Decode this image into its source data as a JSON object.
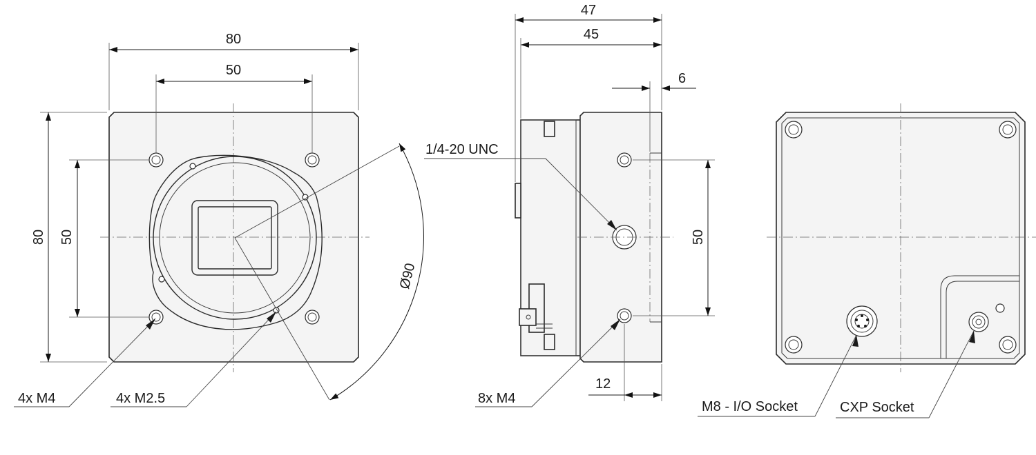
{
  "front_view": {
    "dim_width_outer": "80",
    "dim_width_holes": "50",
    "dim_height_outer": "80",
    "dim_height_holes": "50",
    "dim_diameter": "Ø90",
    "label_m4": "4x M4",
    "label_m25": "4x M2.5"
  },
  "side_view": {
    "dim_total_length": "47",
    "dim_body_length": "45",
    "dim_offset": "6",
    "dim_hole_spacing": "50",
    "dim_hole_offset": "12",
    "label_tripod": "1/4-20 UNC",
    "label_m4": "8x M4"
  },
  "back_view": {
    "label_io_socket": "M8 - I/O Socket",
    "label_cxp_socket": "CXP Socket"
  }
}
